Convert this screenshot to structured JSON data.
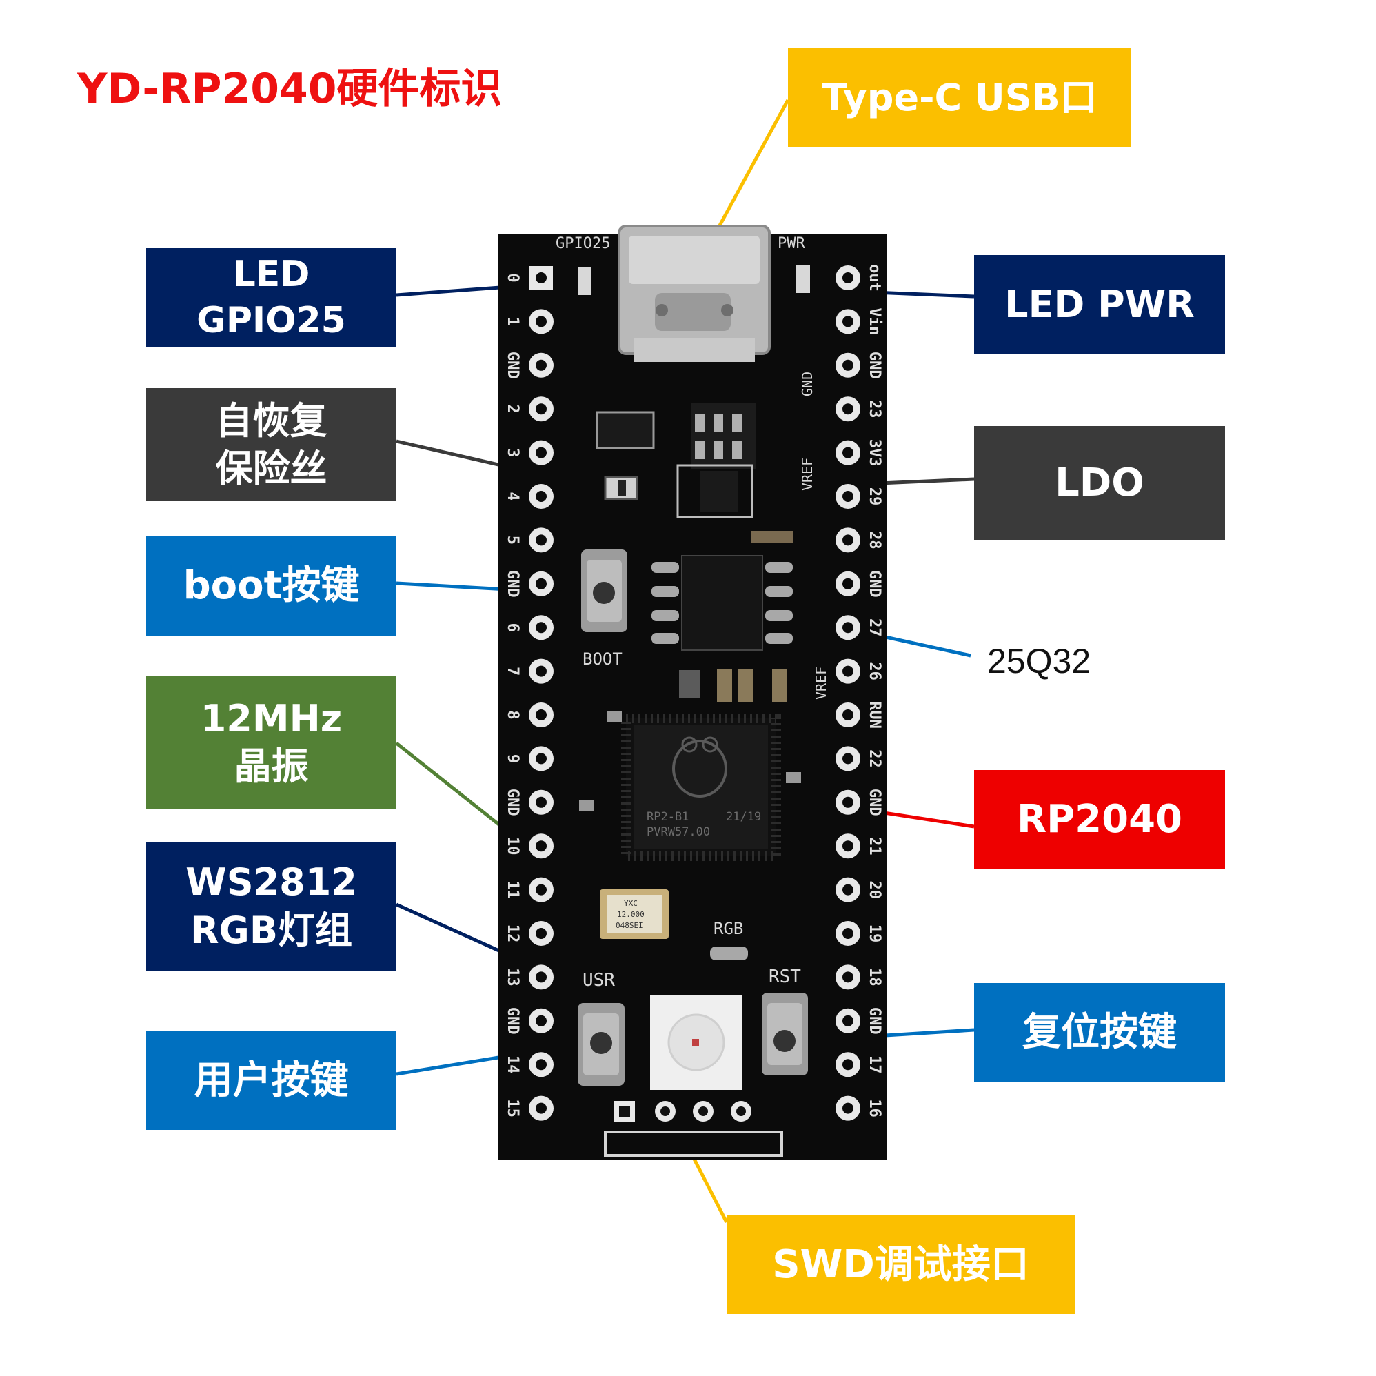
{
  "title": "YD-RP2040硬件标识",
  "colors": {
    "title": "#ee1111",
    "yellow": "#fbbf00",
    "navy": "#002060",
    "dark_gray": "#3a3a3a",
    "blue": "#0070c0",
    "green": "#538135",
    "red": "#ee0000",
    "board": "#0b0b0b"
  },
  "labels": {
    "usb": "Type-C USB口",
    "led_gpio25_line1": "LED",
    "led_gpio25_line2": "GPIO25",
    "led_pwr": "LED PWR",
    "fuse_line1": "自恢复",
    "fuse_line2": "保险丝",
    "ldo": "LDO",
    "boot": "boot按键",
    "flash": "25Q32",
    "crystal_line1": "12MHz",
    "crystal_line2": "晶振",
    "mcu": "RP2040",
    "ws2812_line1": "WS2812",
    "ws2812_line2": "RGB灯组",
    "reset": "复位按键",
    "user": "用户按键",
    "swd": "SWD调试接口"
  },
  "board": {
    "top_silk_left": "GPIO25",
    "top_silk_right": "PWR",
    "boot_silk": "BOOT",
    "usr_silk": "USR",
    "rst_silk": "RST",
    "rgb_silk": "RGB",
    "vref_upper": "VREF",
    "vref_lower": "VREF",
    "vref_gnd": "GND",
    "chip_line1": "RP2-B1",
    "chip_line2": "21/19",
    "chip_line3": "PVRW57.00",
    "crystal_line1": "YXC",
    "crystal_line2": "12.000",
    "crystal_line3": "048SEI",
    "left_pins": [
      "0",
      "1",
      "GND",
      "2",
      "3",
      "4",
      "5",
      "GND",
      "6",
      "7",
      "8",
      "9",
      "GND",
      "10",
      "11",
      "12",
      "13",
      "GND",
      "14",
      "15"
    ],
    "right_pins": [
      "out",
      "Vin",
      "GND",
      "23",
      "3V3",
      "29",
      "28",
      "GND",
      "27",
      "26",
      "RUN",
      "22",
      "GND",
      "21",
      "20",
      "19",
      "18",
      "GND",
      "17",
      "16"
    ]
  }
}
